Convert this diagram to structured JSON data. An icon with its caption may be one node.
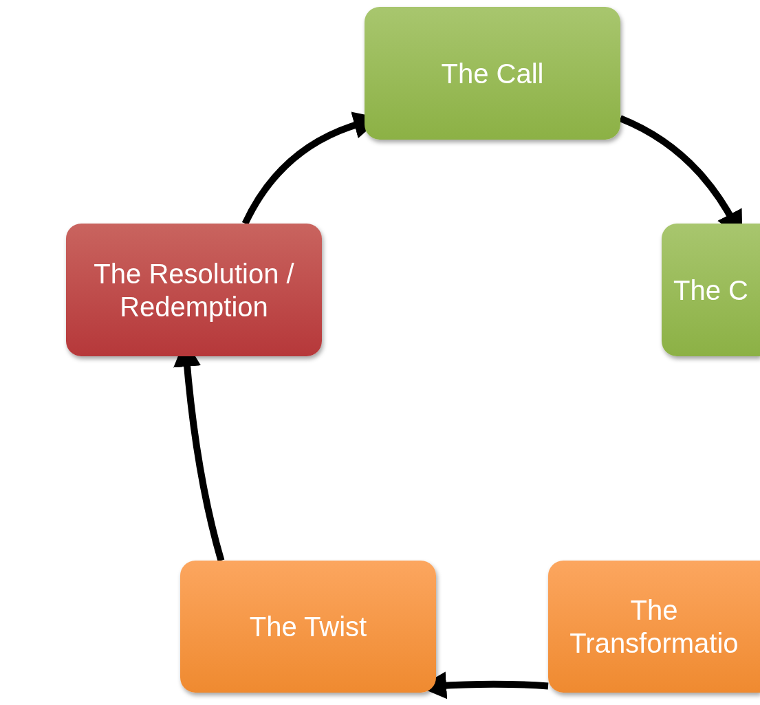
{
  "diagram": {
    "nodes": [
      {
        "text": [
          "The Call"
        ]
      },
      {
        "text": [
          "The C"
        ]
      },
      {
        "text": [
          "The Transformatio"
        ]
      },
      {
        "text": [
          "The Twist"
        ]
      },
      {
        "text": [
          "The Resolution / Redemption"
        ]
      }
    ],
    "edges": [
      {
        "from": 0,
        "to": 1,
        "arrow": "to"
      },
      {
        "from": 2,
        "to": 3,
        "arrow": "to"
      },
      {
        "from": 3,
        "to": 4,
        "arrow": "to"
      },
      {
        "from": 4,
        "to": 0,
        "arrow": "to"
      }
    ]
  }
}
